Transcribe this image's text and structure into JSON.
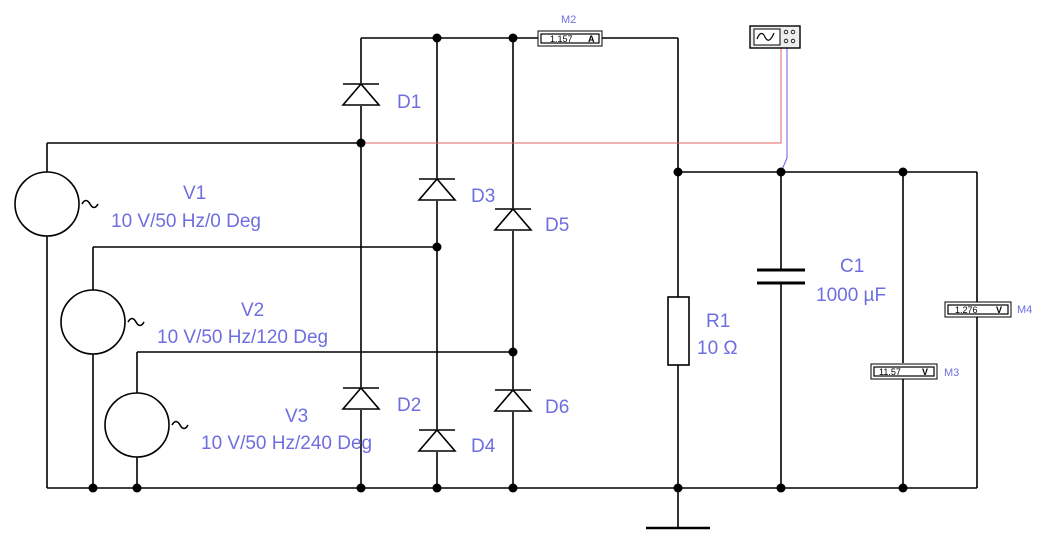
{
  "sources": [
    {
      "name": "V1",
      "spec": "10 V/50 Hz/0 Deg"
    },
    {
      "name": "V2",
      "spec": "10 V/50 Hz/120 Deg"
    },
    {
      "name": "V3",
      "spec": "10 V/50 Hz/240 Deg"
    }
  ],
  "diodes": [
    "D1",
    "D2",
    "D3",
    "D4",
    "D5",
    "D6"
  ],
  "resistor": {
    "name": "R1",
    "value": "10 Ω"
  },
  "capacitor": {
    "name": "C1",
    "value": "1000 µF"
  },
  "meters": [
    {
      "name": "M2",
      "reading": "1.157",
      "unit": "A"
    },
    {
      "name": "M3",
      "reading": "11.57",
      "unit": "V"
    },
    {
      "name": "M4",
      "reading": "1.276",
      "unit": "V"
    }
  ],
  "colors": {
    "label": "#6e6ee0",
    "probe_a": "#e06060",
    "probe_b": "#6060e0",
    "wire": "#000000"
  }
}
